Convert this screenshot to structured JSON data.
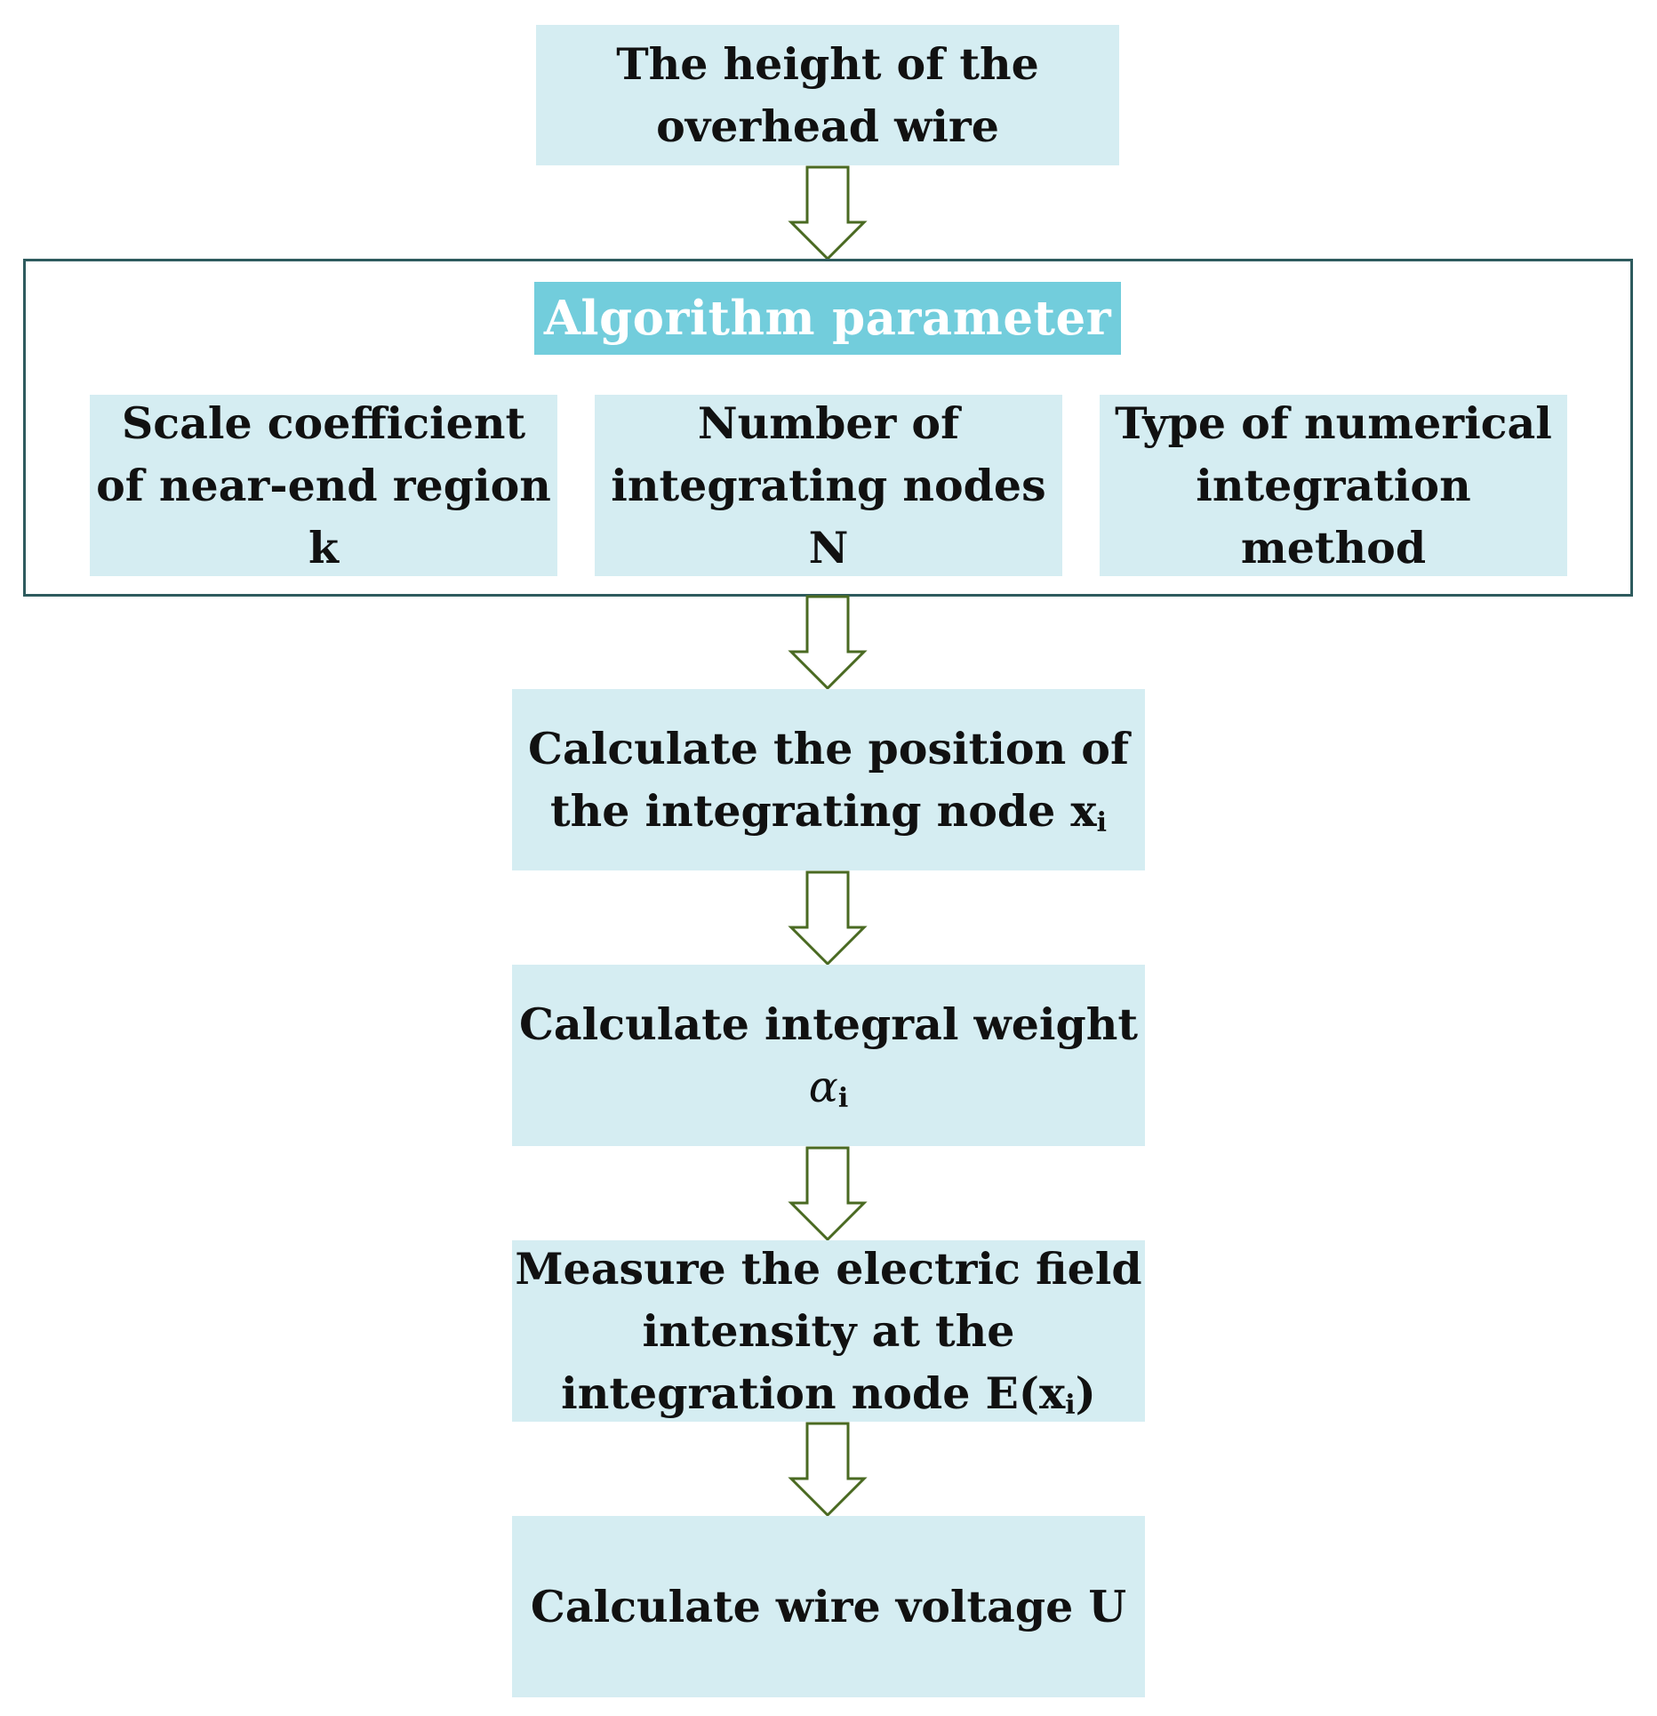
{
  "top_box": {
    "lines": [
      "The height of the",
      "overhead wire"
    ]
  },
  "algorithm_group": {
    "header": "Algorithm parameter",
    "params": [
      {
        "lines": [
          "Scale coefficient",
          "of near-end region",
          "k"
        ]
      },
      {
        "lines": [
          "Number of",
          "integrating nodes",
          "N"
        ]
      },
      {
        "lines": [
          "Type of numerical",
          "integration",
          "method"
        ]
      }
    ]
  },
  "steps": [
    {
      "lines": [
        "Calculate the position of",
        "the integrating node x"
      ],
      "subscript": "i"
    },
    {
      "lines": [
        "Calculate integral weight"
      ],
      "symbol": "α",
      "subscript": "i"
    },
    {
      "lines": [
        "Measure the electric field",
        "intensity at the",
        "integration node E(x"
      ],
      "subscript": "i",
      "suffix": ")"
    },
    {
      "lines": [
        "Calculate wire voltage U"
      ]
    }
  ],
  "colors": {
    "box_fill": "#d5edf2",
    "header_fill": "#72cddc",
    "frame_border": "#2e5b5e",
    "arrow_stroke": "#4a6a22"
  }
}
